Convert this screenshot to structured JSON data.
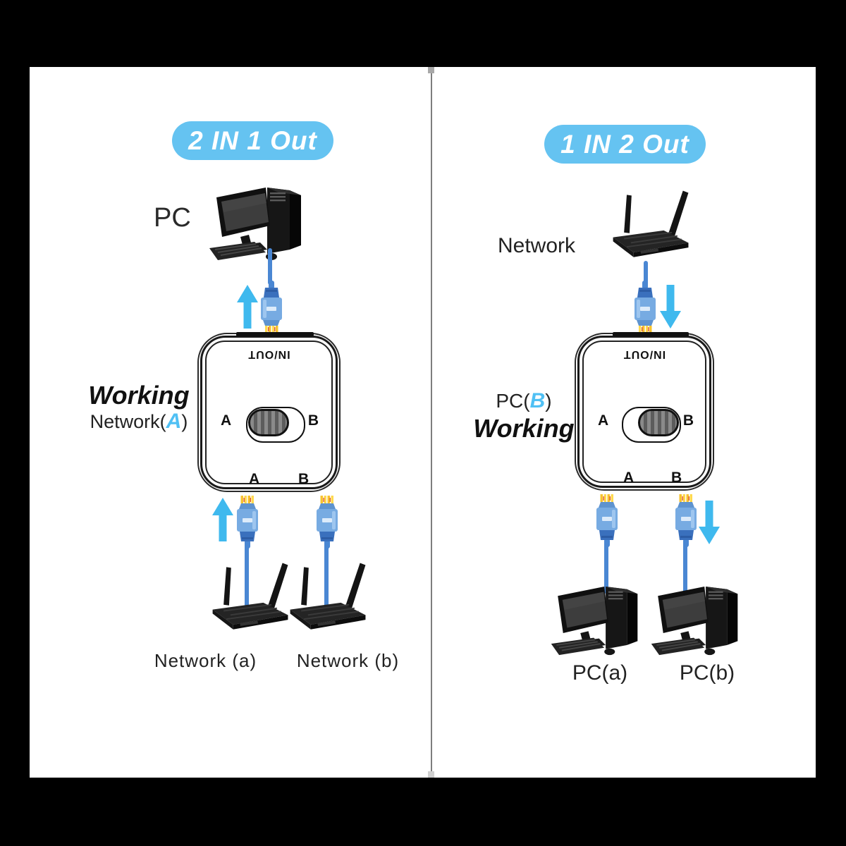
{
  "colors": {
    "badge_blue": "#65C3F1",
    "arrow_blue": "#3FB9EE",
    "highlight_blue": "#4FC0F4",
    "cable_blue": "#4A87D3",
    "connector_blue": "#77ABE2",
    "pin_yellow": "#F7C32E",
    "frame_black": "#000000",
    "panel_white": "#FFFFFF",
    "divider_gray": "#7D7D7D"
  },
  "left_panel": {
    "badge": "2 IN 1 Out",
    "pc_label": "PC",
    "status": {
      "line1": "Working",
      "line2_prefix": "Network(",
      "line2_highlight": "A",
      "line2_suffix": ")"
    },
    "switch": {
      "top_label": "IN/OUT",
      "side_a": "A",
      "side_b": "B",
      "bottom_a": "A",
      "bottom_b": "B",
      "selected": "A"
    },
    "source_a_label": "Network (a)",
    "source_b_label": "Network (b)"
  },
  "right_panel": {
    "badge": "1 IN 2 Out",
    "network_label": "Network",
    "status": {
      "line1_prefix": "PC(",
      "line1_highlight": "B",
      "line1_suffix": ")",
      "line2": "Working"
    },
    "switch": {
      "top_label": "IN/OUT",
      "side_a": "A",
      "side_b": "B",
      "bottom_a": "A",
      "bottom_b": "B",
      "selected": "B"
    },
    "pc_a_label": "PC(a)",
    "pc_b_label": "PC(b)"
  },
  "icons": {
    "pc": "desktop-computer-icon",
    "router": "wifi-router-icon",
    "plug": "rj45-plug-icon",
    "arrow": "flow-arrow-icon"
  }
}
